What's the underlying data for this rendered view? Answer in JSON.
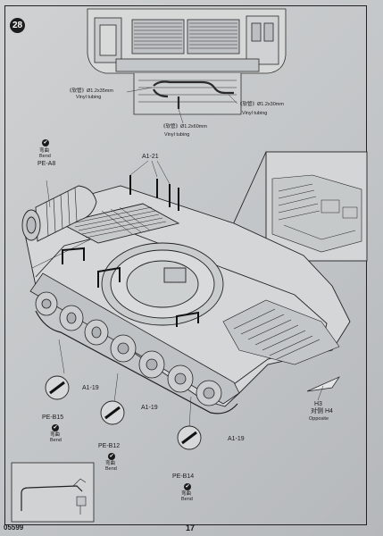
{
  "step": "28",
  "kit_code": "05599",
  "page_number": "17",
  "icons": {
    "bend_glyph": "✔"
  },
  "callouts": {
    "tube_a": "《软管》Ø1.2x35mm",
    "tube_b": "《软管》Ø1.2x30mm",
    "tube_c": "《软管》Ø1.2x60mm",
    "vinyl": "Vinyl tubing",
    "a1_21": "A1-21",
    "bend_cn": "弯曲",
    "bend": "Bend",
    "pe_a8": "PE-A8",
    "a1_19": "A1-19",
    "pe_b15": "PE-B15",
    "pe_b12": "PE-B12",
    "pe_b14": "PE-B14",
    "h3": "H3",
    "h4": "对侧 H4",
    "opposite": "Opposite"
  }
}
